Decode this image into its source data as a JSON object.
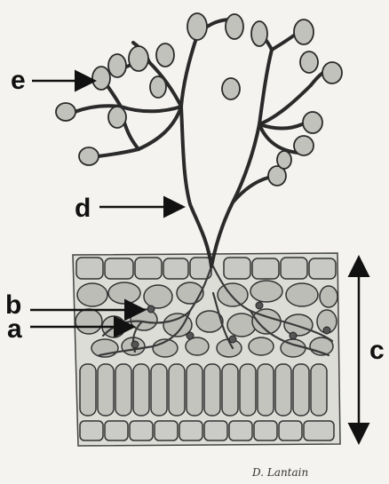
{
  "figure": {
    "labels": {
      "a": "a",
      "b": "b",
      "c": "c",
      "d": "d",
      "e": "e"
    },
    "signature": "D. Lantain",
    "colors": {
      "ink": "#1a1a1a",
      "cell_fill": "#c9c9c5",
      "cell_fill_dark": "#a9a9a5",
      "hypha": "#555555",
      "sporangium": "#bdbdb8",
      "background": "#f4f3ef"
    }
  }
}
